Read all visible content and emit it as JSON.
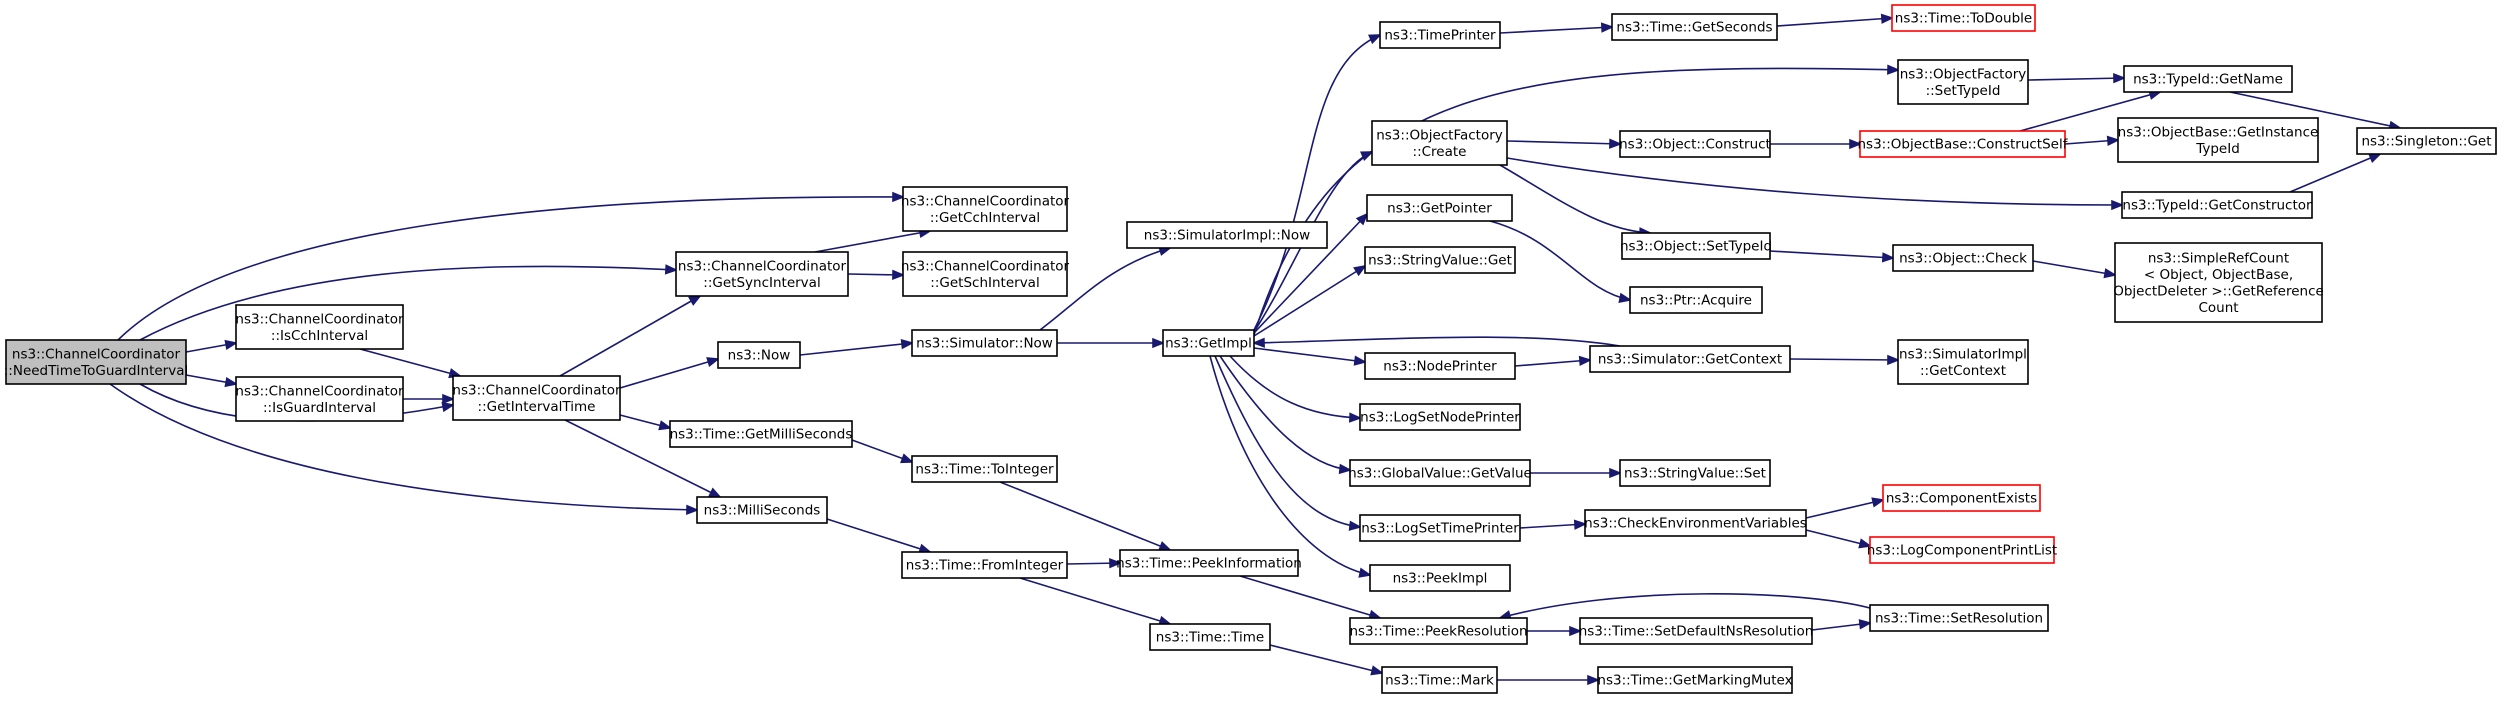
{
  "colors": {
    "edge": "#191970",
    "root_fill": "#bfbfbf",
    "border": "#000000",
    "external_border": "#ff0000"
  },
  "nodes": {
    "need_time_to_guard": {
      "lines": [
        "ns3::ChannelCoordinator",
        "::NeedTimeToGuardInterval"
      ],
      "kind": "root"
    },
    "get_cch_interval": {
      "lines": [
        "ns3::ChannelCoordinator",
        "::GetCchInterval"
      ]
    },
    "get_sync_interval": {
      "lines": [
        "ns3::ChannelCoordinator",
        "::GetSyncInterval"
      ]
    },
    "get_sch_interval": {
      "lines": [
        "ns3::ChannelCoordinator",
        "::GetSchInterval"
      ]
    },
    "is_cch_interval": {
      "lines": [
        "ns3::ChannelCoordinator",
        "::IsCchInterval"
      ]
    },
    "is_guard_interval": {
      "lines": [
        "ns3::ChannelCoordinator",
        "::IsGuardInterval"
      ]
    },
    "get_interval_time": {
      "lines": [
        "ns3::ChannelCoordinator",
        "::GetIntervalTime"
      ]
    },
    "now": {
      "lines": [
        "ns3::Now"
      ]
    },
    "simulatorimpl_now": {
      "lines": [
        "ns3::SimulatorImpl::Now"
      ]
    },
    "simulator_now": {
      "lines": [
        "ns3::Simulator::Now"
      ]
    },
    "get_impl": {
      "lines": [
        "ns3::GetImpl"
      ]
    },
    "time_get_milliseconds": {
      "lines": [
        "ns3::Time::GetMilliSeconds"
      ]
    },
    "time_to_integer": {
      "lines": [
        "ns3::Time::ToInteger"
      ]
    },
    "milliseconds": {
      "lines": [
        "ns3::MilliSeconds"
      ]
    },
    "time_from_integer": {
      "lines": [
        "ns3::Time::FromInteger"
      ]
    },
    "time_peek_information": {
      "lines": [
        "ns3::Time::PeekInformation"
      ]
    },
    "time_time": {
      "lines": [
        "ns3::Time::Time"
      ]
    },
    "time_peek_resolution": {
      "lines": [
        "ns3::Time::PeekResolution"
      ]
    },
    "time_mark": {
      "lines": [
        "ns3::Time::Mark"
      ]
    },
    "time_get_marking_mutex": {
      "lines": [
        "ns3::Time::GetMarkingMutex"
      ]
    },
    "time_set_default_ns_resolution": {
      "lines": [
        "ns3::Time::SetDefaultNsResolution"
      ]
    },
    "time_set_resolution": {
      "lines": [
        "ns3::Time::SetResolution"
      ]
    },
    "time_printer": {
      "lines": [
        "ns3::TimePrinter"
      ]
    },
    "time_get_seconds": {
      "lines": [
        "ns3::Time::GetSeconds"
      ]
    },
    "time_to_double": {
      "lines": [
        "ns3::Time::ToDouble"
      ],
      "kind": "external"
    },
    "object_factory_set_type_id": {
      "lines": [
        "ns3::ObjectFactory",
        "::SetTypeId"
      ]
    },
    "type_id_get_name": {
      "lines": [
        "ns3::TypeId::GetName"
      ]
    },
    "singleton_get": {
      "lines": [
        "ns3::Singleton::Get"
      ]
    },
    "object_factory_create": {
      "lines": [
        "ns3::ObjectFactory",
        "::Create"
      ]
    },
    "object_construct": {
      "lines": [
        "ns3::Object::Construct"
      ]
    },
    "object_base_construct_self": {
      "lines": [
        "ns3::ObjectBase::ConstructSelf"
      ],
      "kind": "external"
    },
    "object_base_get_instance_type_id": {
      "lines": [
        "ns3::ObjectBase::GetInstance",
        "TypeId"
      ]
    },
    "type_id_get_constructor": {
      "lines": [
        "ns3::TypeId::GetConstructor"
      ]
    },
    "get_pointer": {
      "lines": [
        "ns3::GetPointer"
      ]
    },
    "object_set_type_id": {
      "lines": [
        "ns3::Object::SetTypeId"
      ]
    },
    "object_check": {
      "lines": [
        "ns3::Object::Check"
      ]
    },
    "simple_ref_count_get_reference_count": {
      "lines": [
        "ns3::SimpleRefCount",
        "< Object, ObjectBase,",
        "ObjectDeleter >::GetReference",
        "Count"
      ]
    },
    "ptr_acquire": {
      "lines": [
        "ns3::Ptr::Acquire"
      ]
    },
    "string_value_get": {
      "lines": [
        "ns3::StringValue::Get"
      ]
    },
    "node_printer": {
      "lines": [
        "ns3::NodePrinter"
      ]
    },
    "simulator_get_context": {
      "lines": [
        "ns3::Simulator::GetContext"
      ]
    },
    "simulatorimpl_get_context": {
      "lines": [
        "ns3::SimulatorImpl",
        "::GetContext"
      ]
    },
    "log_set_node_printer": {
      "lines": [
        "ns3::LogSetNodePrinter"
      ]
    },
    "global_value_get_value": {
      "lines": [
        "ns3::GlobalValue::GetValue"
      ]
    },
    "string_value_set": {
      "lines": [
        "ns3::StringValue::Set"
      ]
    },
    "log_set_time_printer": {
      "lines": [
        "ns3::LogSetTimePrinter"
      ]
    },
    "check_environment_variables": {
      "lines": [
        "ns3::CheckEnvironmentVariables"
      ]
    },
    "component_exists": {
      "lines": [
        "ns3::ComponentExists"
      ],
      "kind": "external"
    },
    "log_component_print_list": {
      "lines": [
        "ns3::LogComponentPrintList"
      ],
      "kind": "external"
    },
    "peek_impl": {
      "lines": [
        "ns3::PeekImpl"
      ]
    }
  }
}
